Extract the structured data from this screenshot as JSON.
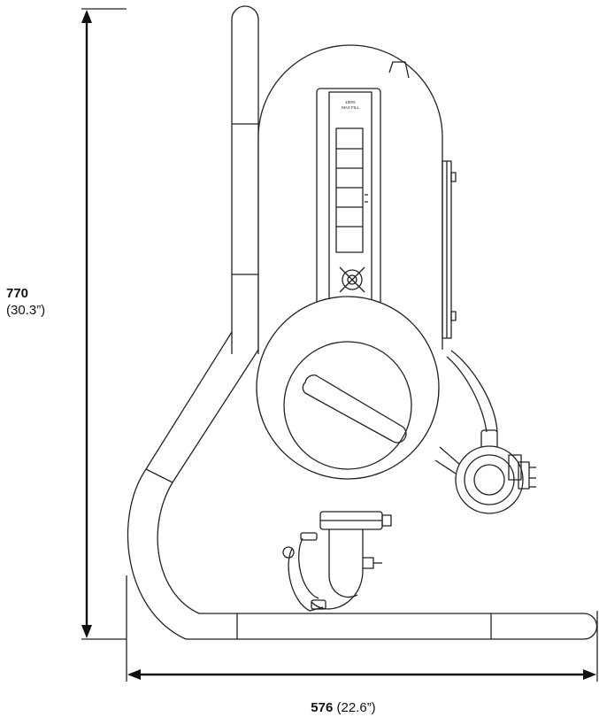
{
  "dimensions": {
    "height": {
      "value": "770",
      "imperial": "(30.3”)"
    },
    "width": {
      "value": "576",
      "imperial": "(22.6”)"
    }
  },
  "gauge": {
    "label_line1": "100%",
    "label_line2": "MAX FILL"
  },
  "colors": {
    "line": "#222222",
    "background": "#ffffff"
  },
  "icons": [
    "arrow-up-icon",
    "arrow-down-icon",
    "arrow-left-icon",
    "arrow-right-icon"
  ]
}
